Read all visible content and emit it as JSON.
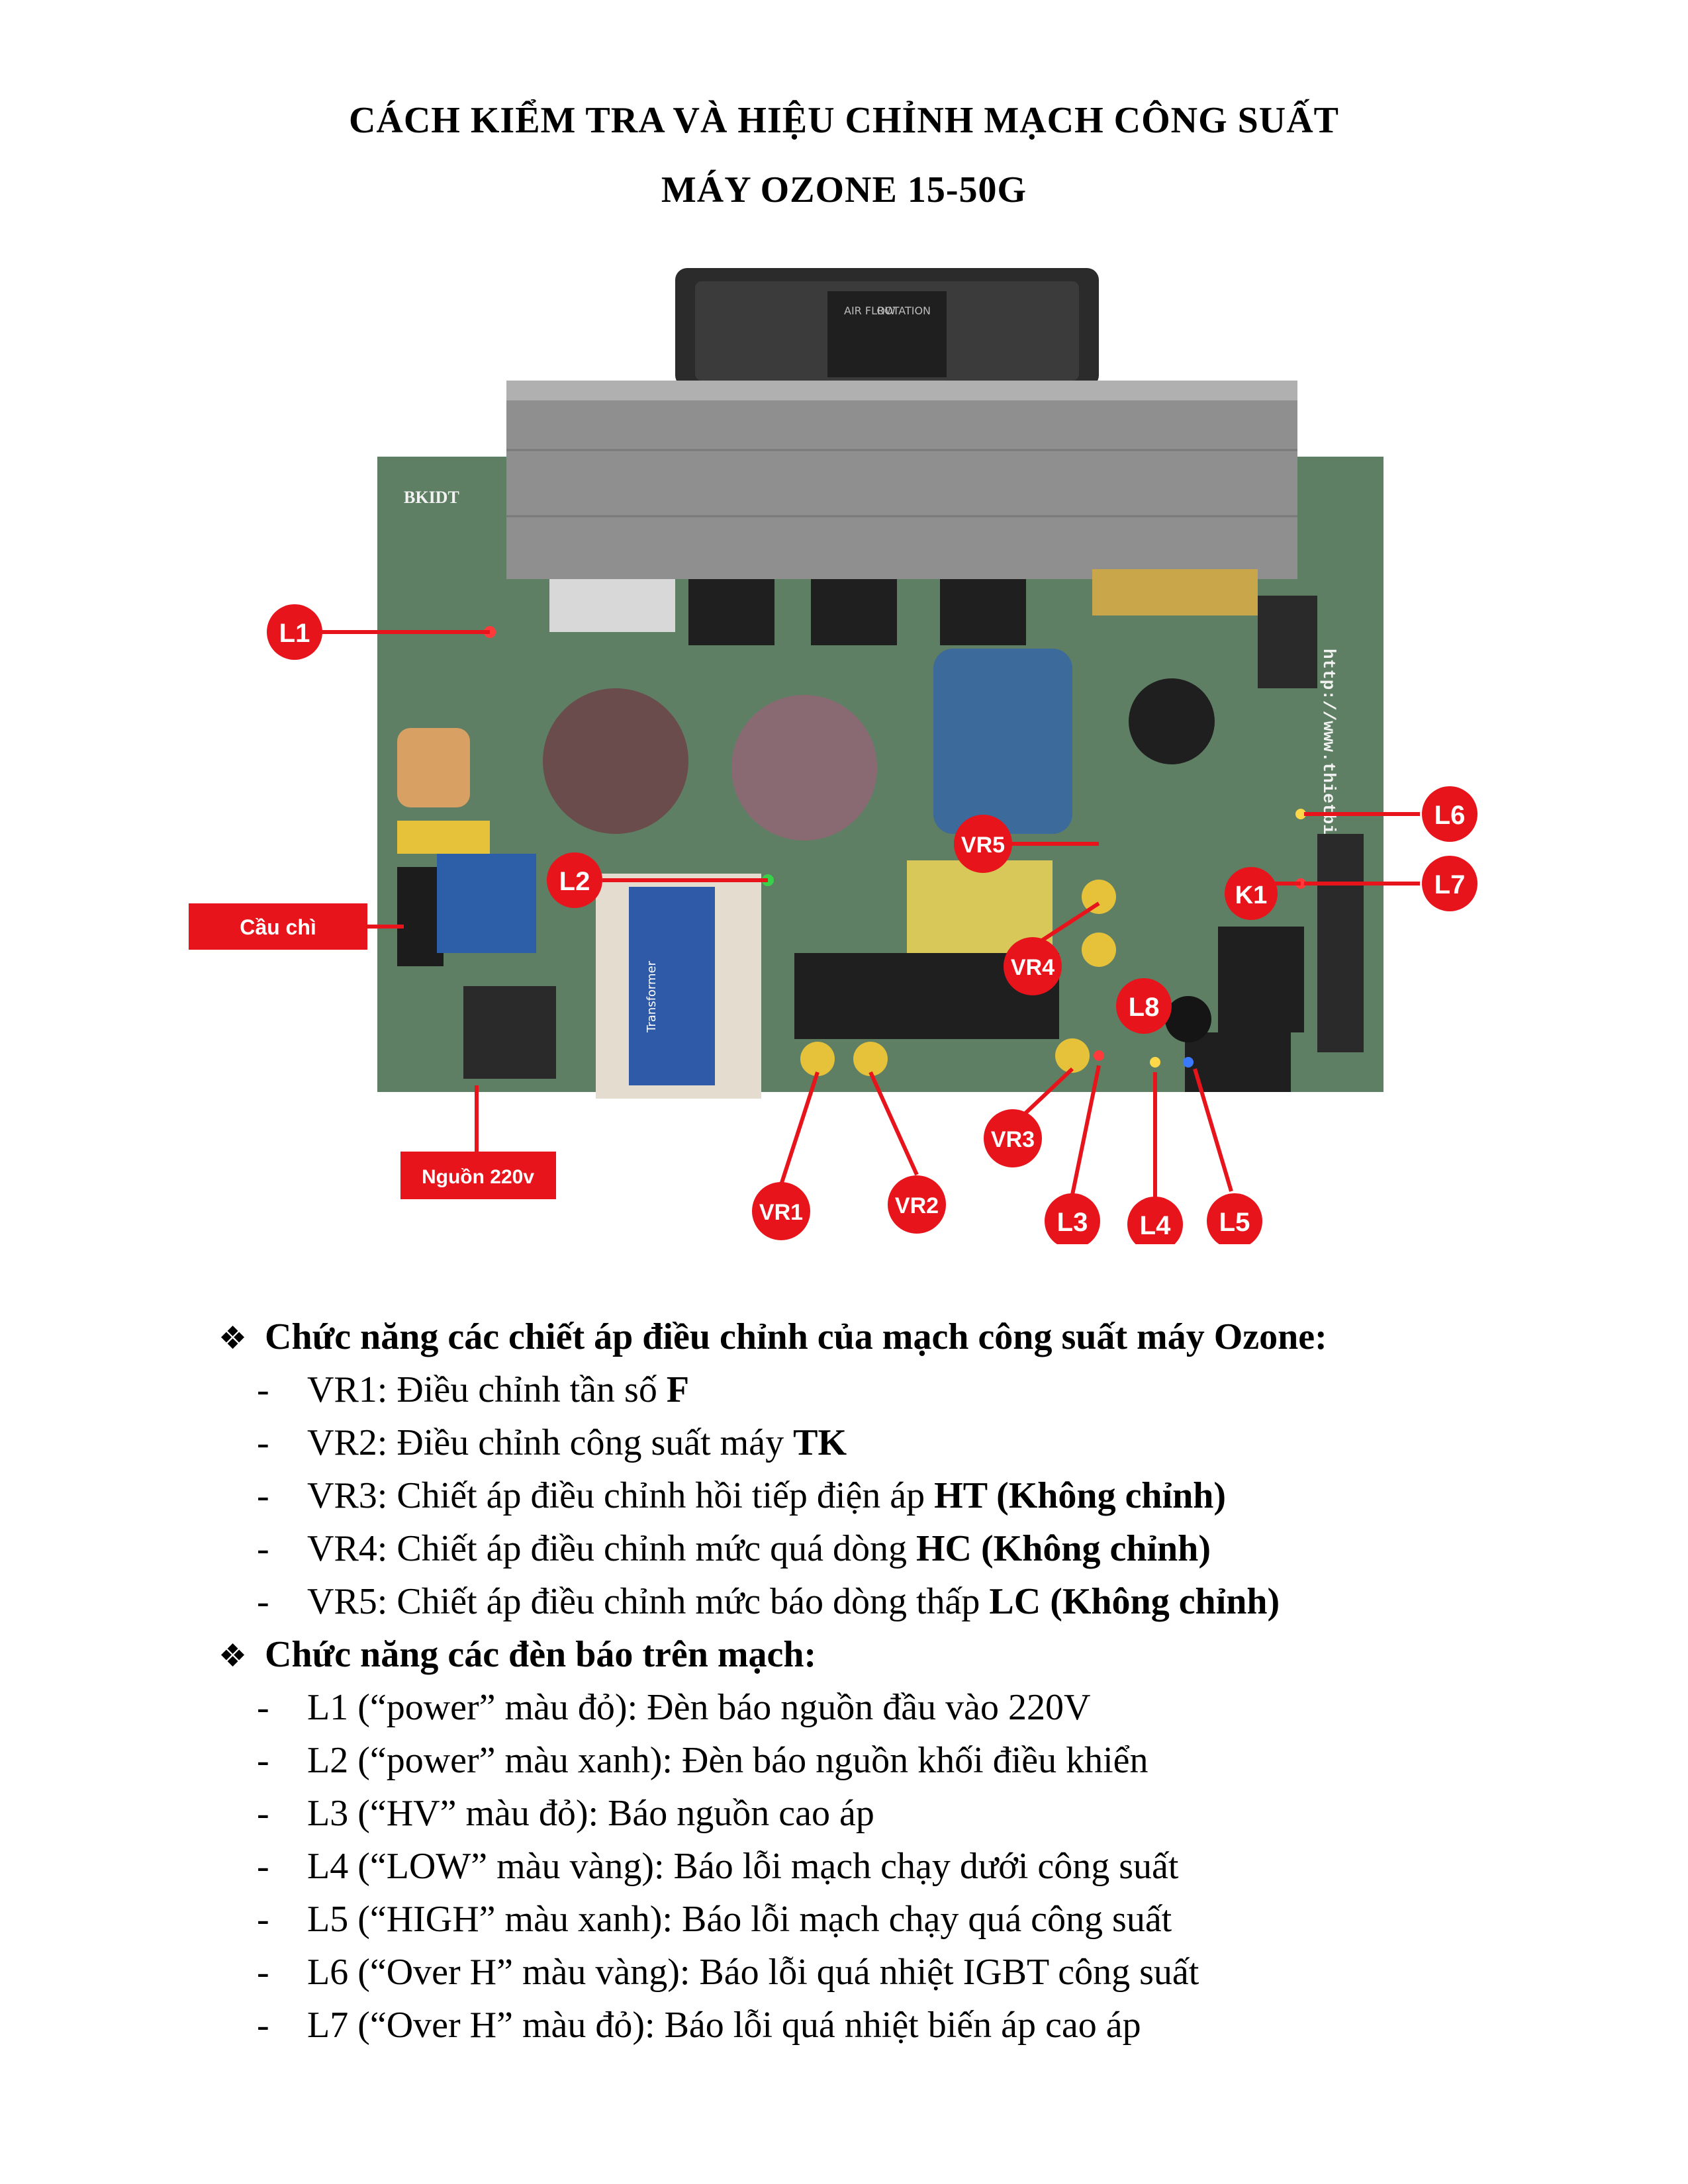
{
  "title": {
    "line1": "CÁCH KIỂM TRA VÀ HIỆU CHỈNH MẠCH CÔNG SUẤT",
    "line2": "MÁY OZONE 15-50G"
  },
  "figure": {
    "brand": "BKIDT",
    "website": "http://www.thietbibkidt.vn",
    "fan_labels": [
      "AIR FLOW",
      "ROTATION"
    ],
    "transformer_label": "Transformer",
    "callouts": {
      "L1": "L1",
      "L2": "L2",
      "L3": "L3",
      "L4": "L4",
      "L5": "L5",
      "L6": "L6",
      "L7": "L7",
      "L8": "L8",
      "K1": "K1",
      "VR1": "VR1",
      "VR2": "VR2",
      "VR3": "VR3",
      "VR4": "VR4",
      "VR5": "VR5",
      "fuse": "Cầu chì",
      "power_in": "Nguồn 220v"
    },
    "colors": {
      "callout_red": "#e8141b",
      "board_green": "#5f7f64",
      "heatsink": "#8f8f8f"
    }
  },
  "section1": {
    "heading": "Chức năng các chiết áp điều chỉnh của mạch công suất máy Ozone:",
    "items": [
      {
        "text": "VR1: Điều chỉnh tần số ",
        "bold": "F"
      },
      {
        "text": "VR2: Điều chỉnh công suất máy ",
        "bold": "TK"
      },
      {
        "text": "VR3: Chiết áp điều chỉnh hồi tiếp điện áp ",
        "bold": "HT (Không chỉnh)"
      },
      {
        "text": "VR4: Chiết áp điều chỉnh mức quá dòng ",
        "bold": "HC (Không chỉnh)"
      },
      {
        "text": "VR5: Chiết áp điều chỉnh mức báo dòng thấp ",
        "bold": "LC (Không chỉnh)"
      }
    ]
  },
  "section2": {
    "heading": "Chức năng các đèn báo trên mạch:",
    "items": [
      {
        "text": "L1 (“power” màu đỏ): Đèn báo nguồn đầu vào 220V"
      },
      {
        "text": "L2 (“power” màu xanh): Đèn báo nguồn khối điều khiển"
      },
      {
        "text": "L3 (“HV” màu đỏ): Báo nguồn cao áp"
      },
      {
        "text": "L4 (“LOW” màu vàng): Báo lỗi mạch chạy dưới công suất"
      },
      {
        "text": "L5 (“HIGH” màu xanh): Báo lỗi mạch chạy quá công suất"
      },
      {
        "text": "L6 (“Over H” màu vàng): Báo lỗi quá nhiệt IGBT công suất"
      },
      {
        "text": "L7 (“Over H” màu đỏ): Báo lỗi quá nhiệt biến áp cao áp"
      }
    ]
  },
  "list_markers": {
    "heading_bullet": "❖",
    "dash": "-"
  }
}
